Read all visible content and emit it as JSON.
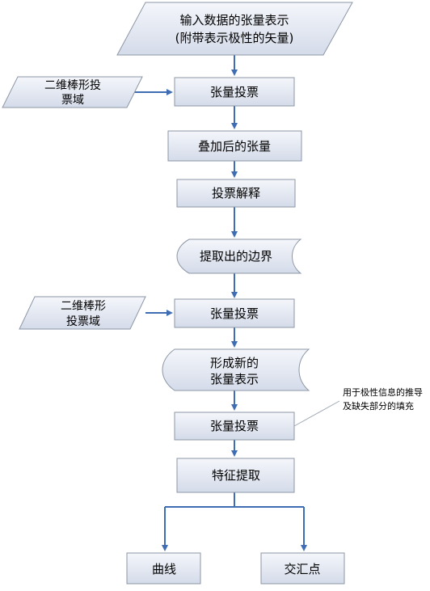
{
  "nodes": {
    "input": [
      "输入数据的张量表示",
      "(附带表示极性的矢量)"
    ],
    "vote1": "张量投票",
    "sum": "叠加后的张量",
    "interp": "投票解释",
    "boundary": "提取出的边界",
    "vote2": "张量投票",
    "newrep": [
      "形成新的",
      "张量表示"
    ],
    "vote3": "张量投票",
    "feature": "特征提取",
    "curve": "曲线",
    "junction": "交汇点",
    "field1": [
      "二维棒形投",
      "票域"
    ],
    "field2": [
      "二维棒形",
      "投票域"
    ]
  },
  "annotation": [
    "用于极性信息的推导",
    "及缺失部分的填充"
  ],
  "colors": {
    "box_fill_top": "#f4f6fb",
    "box_fill_bottom": "#d4dbe9",
    "box_stroke": "#8c96a6",
    "arrow": "#3f6db3"
  }
}
